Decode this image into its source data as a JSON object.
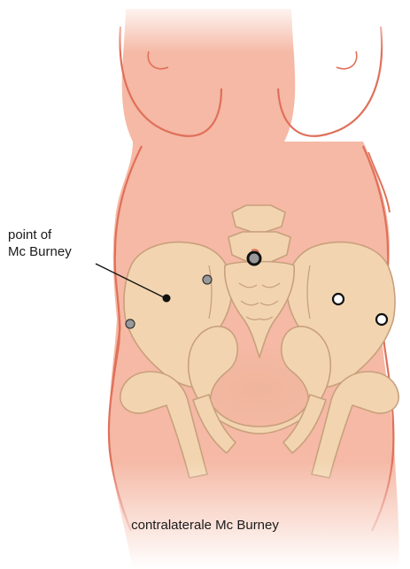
{
  "annotation": {
    "line1": "point of",
    "line2": "Mc Burney"
  },
  "caption": "contralaterale Mc Burney",
  "colors": {
    "skin": "#f5b9a5",
    "skin_outline": "#e0705a",
    "bone": "#f2d5b0",
    "bone_outline": "#c9a07d",
    "marker_gray": "#999999",
    "marker_black": "#111111",
    "marker_white": "#ffffff"
  },
  "markers": [
    {
      "name": "mcburney-point-marker",
      "style": "black-dot"
    },
    {
      "name": "iliac-spine-marker-right",
      "style": "gray-dot"
    },
    {
      "name": "iliac-crest-marker-right",
      "style": "gray-dot"
    },
    {
      "name": "umbilicus-marker",
      "style": "black-ring-gray"
    },
    {
      "name": "contralateral-mcburney-marker",
      "style": "white-ring"
    },
    {
      "name": "iliac-spine-marker-left",
      "style": "white-ring"
    }
  ]
}
